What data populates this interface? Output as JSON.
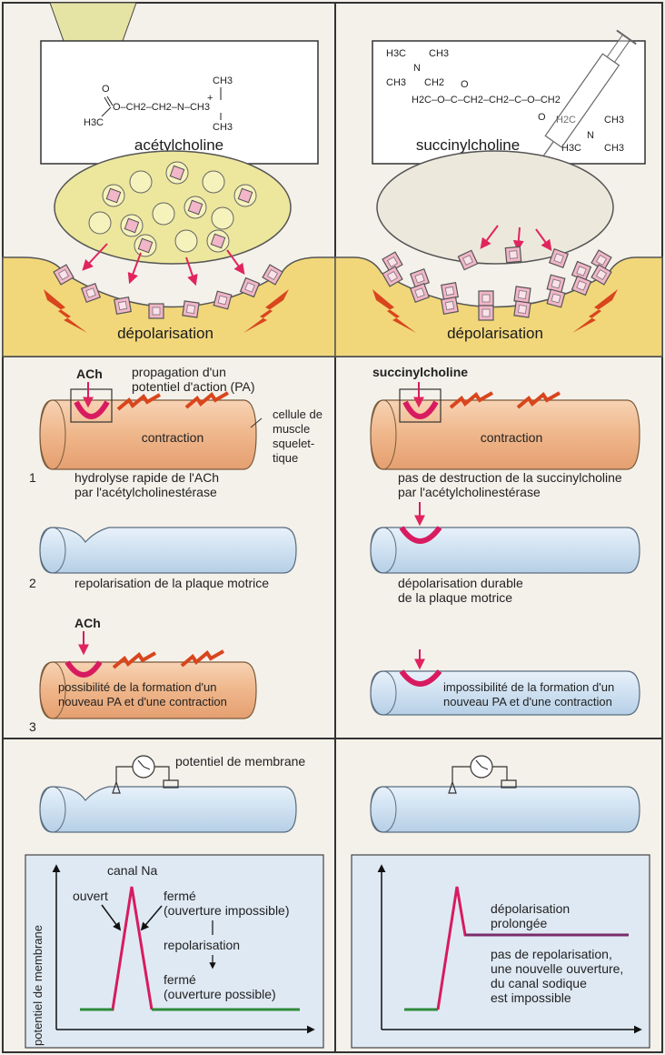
{
  "top": {
    "left": {
      "molecule_name": "acétylcholine",
      "formula": {
        "ch3_top": "CH3",
        "main": "O–CH2–CH2–N–CH3",
        "ch3_bottom": "CH3",
        "h3c": "H3C",
        "o": "O",
        "plus": "+"
      },
      "depol_label": "dépolarisation"
    },
    "right": {
      "molecule_name": "succinylcholine",
      "formula": {
        "ch3_a": "CH3",
        "h3c_a": "H3C",
        "ch3_b": "CH3",
        "n_a": "N",
        "ch2_a": "CH2",
        "chain": "H2C–O–C–CH2–CH2–C–O–CH2",
        "o1": "O",
        "o2": "O",
        "h2c": "H2C",
        "ch3_c": "CH3",
        "h3c_b": "H3C",
        "ch3_d": "CH3",
        "n_b": "N"
      },
      "depol_label": "dépolarisation"
    }
  },
  "middle": {
    "left": {
      "ach_label": "ACh",
      "propagation_line1": "propagation d'un",
      "propagation_line2": "potentiel d'action (PA)",
      "contraction_label": "contraction",
      "cell_label_line1": "cellule de",
      "cell_label_line2": "muscle",
      "cell_label_line3": "squelet-",
      "cell_label_line4": "tique",
      "step1_num": "1",
      "step1_line1": "hydrolyse rapide de l'ACh",
      "step1_line2": "par l'acétylcholinestérase",
      "step2_num": "2",
      "step2_text": "repolarisation de la plaque motrice",
      "ach_label2": "ACh",
      "step3_num": "3",
      "step3_line1": "possibilité de la formation d'un",
      "step3_line2": "nouveau PA et d'une contraction"
    },
    "right": {
      "succ_label": "succinylcholine",
      "contraction_label": "contraction",
      "step1_line1": "pas de destruction de la succinylcholine",
      "step1_line2": "par l'acétylcholinestérase",
      "step2_line1": "dépolarisation durable",
      "step2_line2": "de la plaque motrice",
      "step3_line1": "impossibilité de la formation d'un",
      "step3_line2": "nouveau PA et d'une contraction"
    }
  },
  "bottom": {
    "left": {
      "membrane_label": "potentiel de membrane",
      "y_axis_label": "potentiel de membrane",
      "canal": "canal Na",
      "ouvert": "ouvert",
      "ferme1_line1": "fermé",
      "ferme1_line2": "(ouverture impossible)",
      "repolarisation": "repolarisation",
      "ferme2_line1": "fermé",
      "ferme2_line2": "(ouverture possible)"
    },
    "right": {
      "depol_line1": "dépolarisation",
      "depol_line2": "prolongée",
      "note_line1": "pas de repolarisation,",
      "note_line2": "une nouvelle ouverture,",
      "note_line3": "du canal sodique",
      "note_line4": "est impossible"
    }
  },
  "colors": {
    "vesicle": "#ece79c",
    "membrane": "#f1d77a",
    "receptor": "#f2b6c8",
    "muscle_orange": "#efb68a",
    "muscle_blue": "#cfe1f1",
    "magenta": "#d81b60",
    "red_arrow": "#e0245e",
    "flash": "#d9451d",
    "green": "#2e8a3a",
    "graph_bg": "#dfe9f4"
  }
}
